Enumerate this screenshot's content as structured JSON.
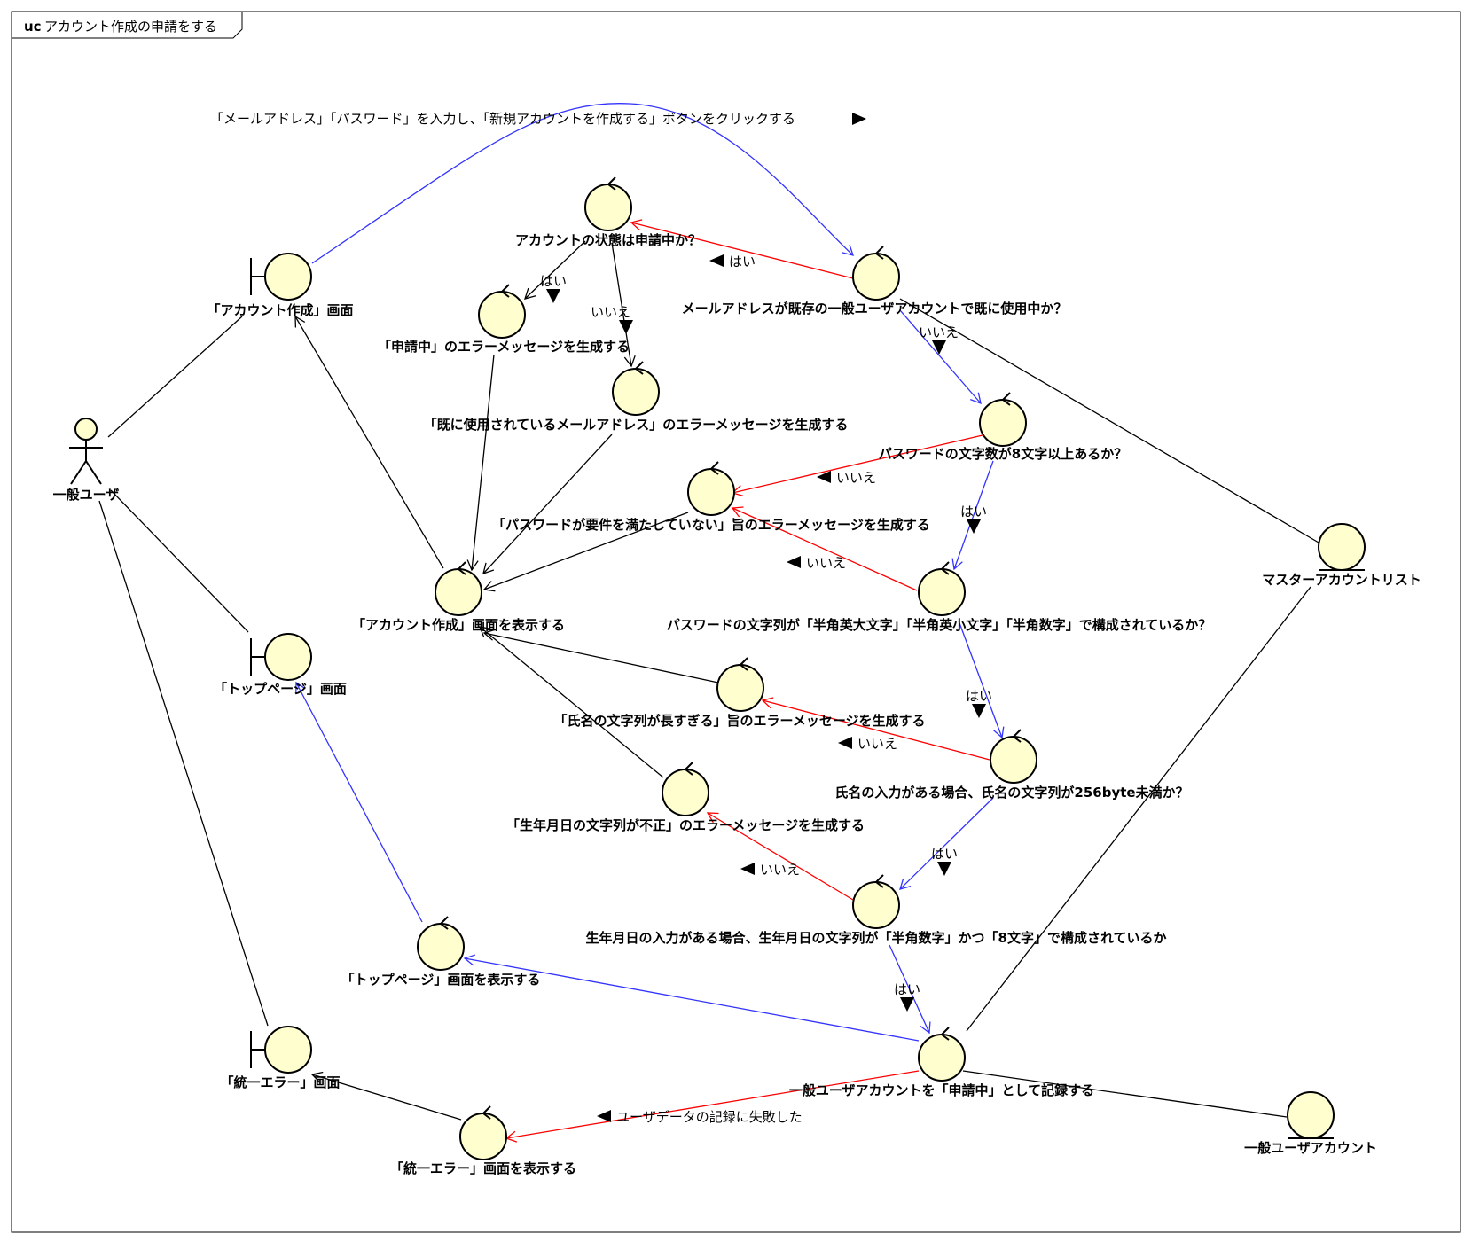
{
  "frame": {
    "keyword": "uc",
    "title": "アカウント作成の申請をする"
  },
  "actor": {
    "label": "一般ユーザ"
  },
  "boundaries": {
    "account_screen": "「アカウント作成」画面",
    "top_screen": "「トップページ」画面",
    "error_screen": "「統一エラー」画面"
  },
  "controls": {
    "account_status": "アカウントの状態は申請中か？",
    "pending_error": "「申請中」のエラーメッセージを生成する",
    "email_used": "メールアドレスが既存の一般ユーザアカウントで既に使用中か？",
    "email_error": "「既に使用されているメールアドレス」のエラーメッセージを生成する",
    "pw_length": "パスワードの文字数が8文字以上あるか？",
    "pw_error": "「パスワードが要件を満たしていない」旨のエラーメッセージを生成する",
    "show_account": "「アカウント作成」画面を表示する",
    "pw_charset": "パスワードの文字列が「半角英大文字」「半角英小文字」「半角数字」で構成されているか？",
    "name_error": "「氏名の文字列が長すぎる」旨のエラーメッセージを生成する",
    "name_check": "氏名の入力がある場合、氏名の文字列が256byte未満か？",
    "birth_error": "「生年月日の文字列が不正」のエラーメッセージを生成する",
    "birth_check": "生年月日の入力がある場合、生年月日の文字列が「半角数字」かつ「8文字」で構成されているか",
    "show_top": "「トップページ」画面を表示する",
    "record": "一般ユーザアカウントを「申請中」として記録する",
    "show_error": "「統一エラー」画面を表示する"
  },
  "entities": {
    "master_list": "マスターアカウントリスト",
    "user_account": "一般ユーザアカウント"
  },
  "edge_labels": {
    "submit": "「メールアドレス」「パスワード」を入力し、「新規アカウントを作成する」ボタンをクリックする",
    "yes": "はい",
    "no": "いいえ",
    "record_failed": "ユーザデータの記録に失敗した"
  },
  "colors": {
    "node_fill": "#fefece",
    "blue_edge": "#3333ff",
    "red_edge": "#ff0000",
    "black_edge": "#000000"
  }
}
